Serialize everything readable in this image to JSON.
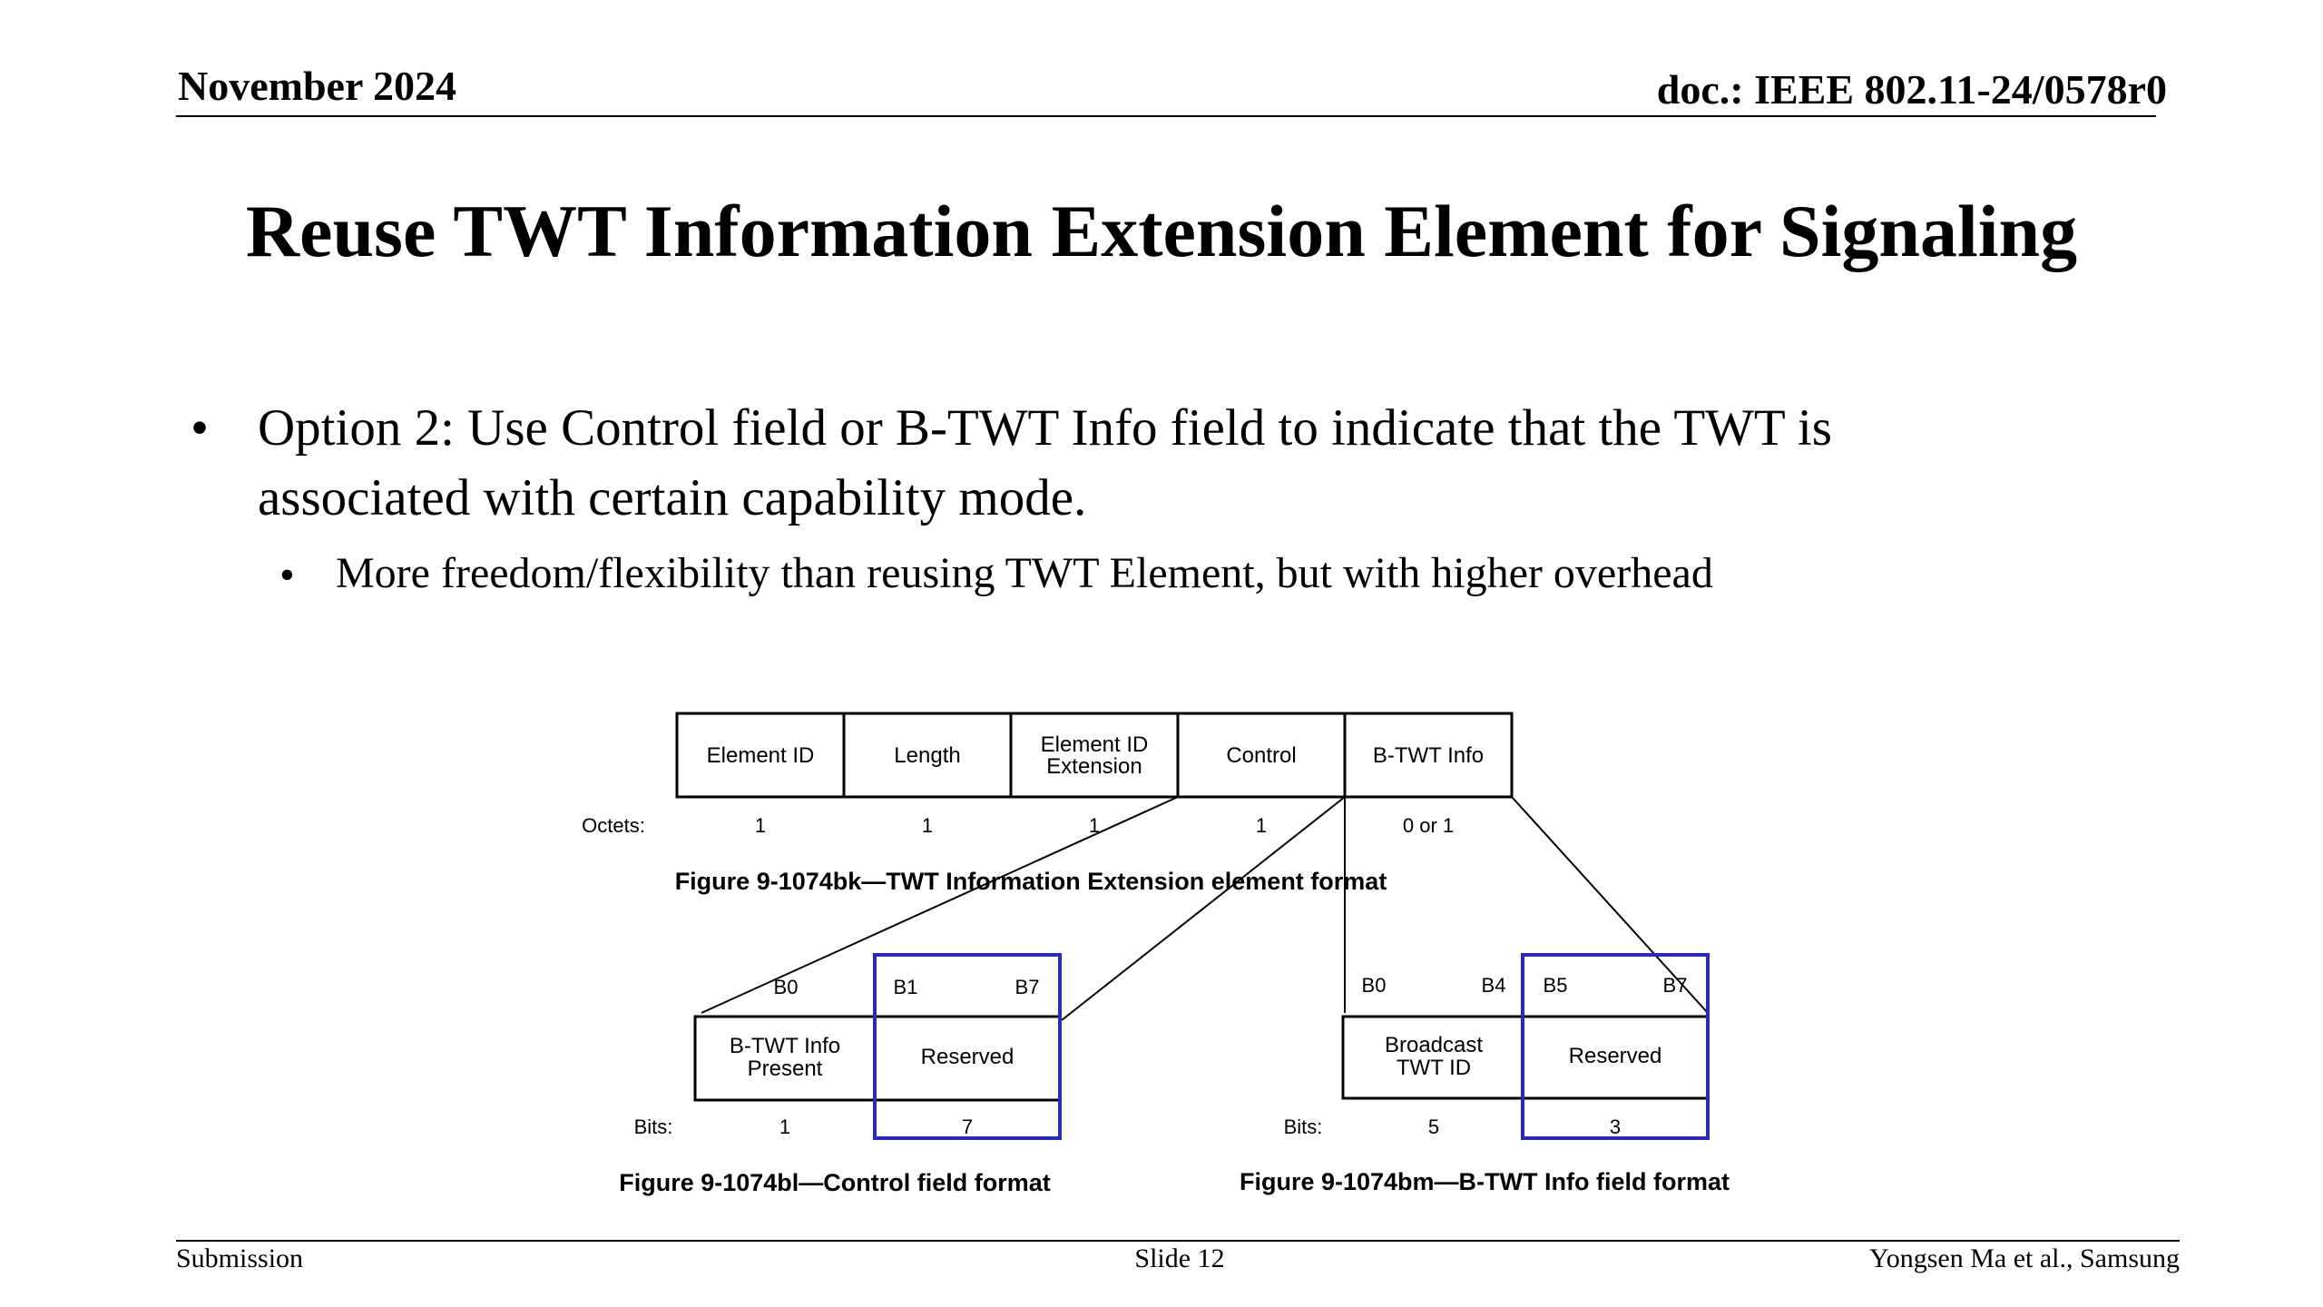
{
  "header": {
    "date": "November 2024",
    "doc": "doc.: IEEE 802.11-24/0578r0"
  },
  "title": "Reuse TWT Information Extension Element for Signaling",
  "bullets": {
    "main_line1": "Option 2: Use Control field or B-TWT Info field to indicate that the TWT is",
    "main_line2": "associated with certain capability mode.",
    "sub": "More freedom/flexibility than reusing TWT Element, but with higher overhead",
    "glyph": "•"
  },
  "figures": {
    "element": {
      "cells": [
        {
          "line1": "Element ID",
          "line2": ""
        },
        {
          "line1": "Length",
          "line2": ""
        },
        {
          "line1": "Element ID",
          "line2": "Extension"
        },
        {
          "line1": "Control",
          "line2": ""
        },
        {
          "line1": "B-TWT Info",
          "line2": ""
        }
      ],
      "row_label": "Octets:",
      "sizes": [
        "1",
        "1",
        "1",
        "1",
        "0 or 1"
      ],
      "caption": "Figure 9-1074bk—TWT Information Extension element format"
    },
    "control": {
      "bit_labels": [
        "B0",
        "B1",
        "B7"
      ],
      "cells": [
        {
          "line1": "B-TWT Info",
          "line2": "Present"
        },
        {
          "line1": "Reserved",
          "line2": ""
        }
      ],
      "row_label": "Bits:",
      "sizes": [
        "1",
        "7"
      ],
      "caption": "Figure 9-1074bl—Control field format"
    },
    "btwt": {
      "bit_labels": [
        "B0",
        "B4",
        "B5",
        "B7"
      ],
      "cells": [
        {
          "line1": "Broadcast",
          "line2": "TWT ID"
        },
        {
          "line1": "Reserved",
          "line2": ""
        }
      ],
      "row_label": "Bits:",
      "sizes": [
        "5",
        "3"
      ],
      "caption": "Figure 9-1074bm—B-TWT Info field format"
    },
    "highlight_color": "#2a2ab8"
  },
  "footer": {
    "left": "Submission",
    "center": "Slide 12",
    "right": "Yongsen Ma et al., Samsung"
  }
}
